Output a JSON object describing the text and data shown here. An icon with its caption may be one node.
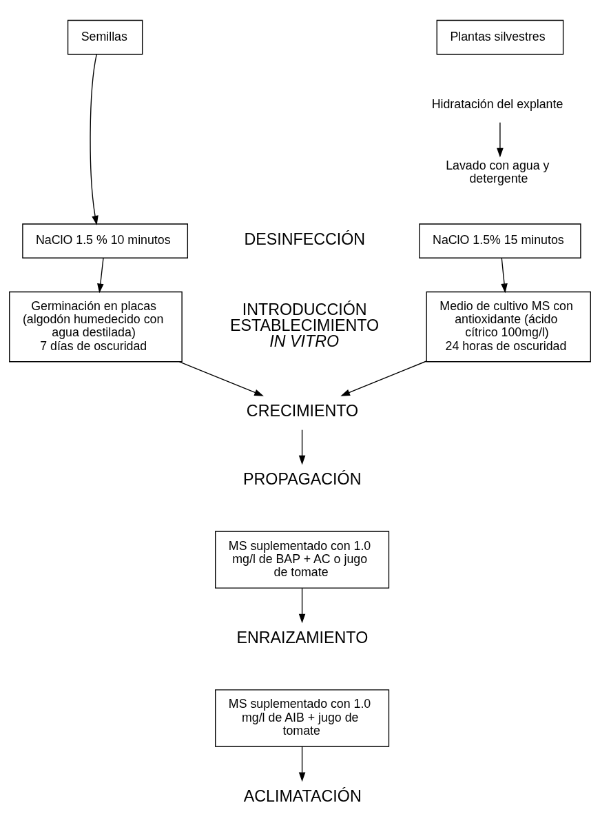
{
  "diagram": {
    "nodes": [
      {
        "text": [
          "Semillas"
        ]
      },
      {
        "text": [
          "Plantas silvestres"
        ]
      },
      {
        "text": [
          "Hidratación del explante"
        ]
      },
      {
        "text": [
          "Lavado con agua y detergente"
        ]
      },
      {
        "text": [
          "NaClO 1.5 % 10 minutos"
        ]
      },
      {
        "text": [
          "NaClO 1.5% 15 minutos"
        ]
      },
      {
        "text": [
          "Germinación en placas (algodón humedecido con agua destilada)",
          "7 días de oscuridad"
        ]
      },
      {
        "text": [
          "Medio de cultivo MS con antioxidante (ácido cítrico 100mg/l)",
          "24 horas de oscuridad"
        ]
      },
      {
        "text": [
          "CRECIMIENTO"
        ]
      },
      {
        "text": [
          "PROPAGACIÓN"
        ]
      },
      {
        "text": [
          "MS suplementado con 1.0 mg/l de BAP + AC o jugo de tomate"
        ]
      },
      {
        "text": [
          "ENRAIZAMIENTO"
        ]
      },
      {
        "text": [
          "MS suplementado con 1.0 mg/l de AIB + jugo de tomate"
        ]
      },
      {
        "text": [
          "ACLIMATACIÓN"
        ]
      }
    ],
    "edges": [
      {
        "from": 0,
        "to": 4,
        "arrow": "to"
      },
      {
        "from": 2,
        "to": 3,
        "arrow": "to"
      },
      {
        "from": 4,
        "to": 6,
        "arrow": "to"
      },
      {
        "from": 5,
        "to": 7,
        "arrow": "to"
      },
      {
        "from": 6,
        "to": 8,
        "arrow": "to"
      },
      {
        "from": 7,
        "to": 8,
        "arrow": "to"
      },
      {
        "from": 8,
        "to": 9,
        "arrow": "to"
      },
      {
        "from": 10,
        "to": 11,
        "arrow": "to"
      },
      {
        "from": 12,
        "to": 13,
        "arrow": "to"
      }
    ],
    "labels": [
      "DESINFECCIÓN",
      "INTRODUCCIÓN ESTABLECIMIENTO *IN VITRO*"
    ]
  }
}
